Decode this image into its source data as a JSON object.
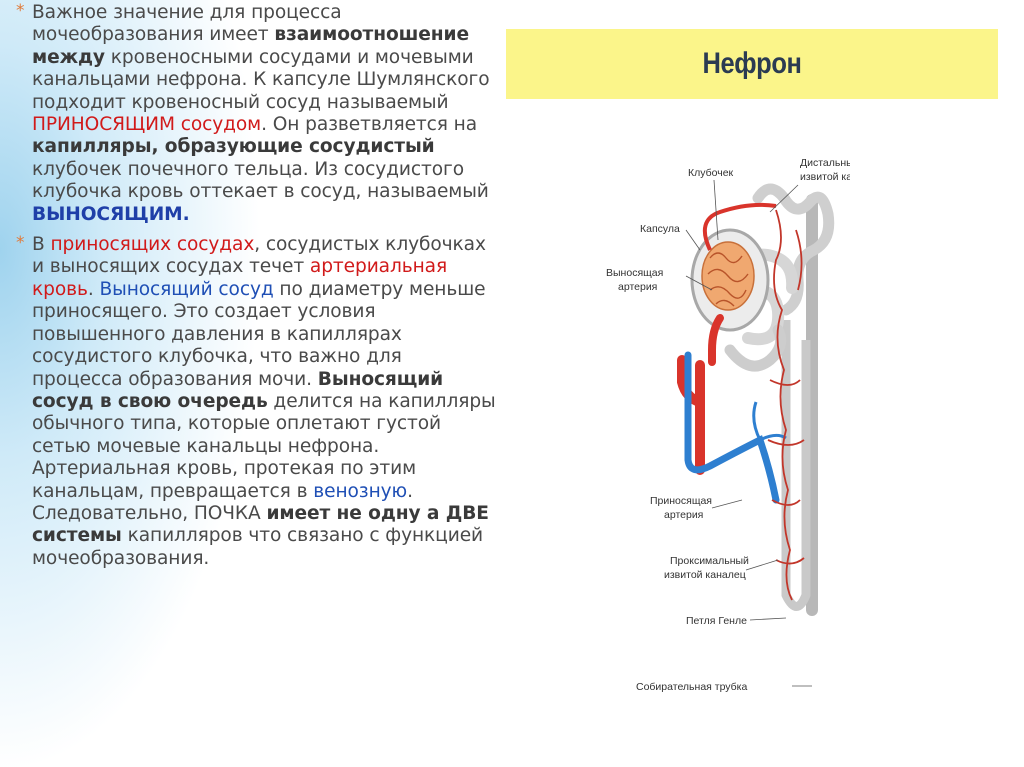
{
  "paragraph1": {
    "t1": "Важное значение для процесса мочеобразования имеет ",
    "t2": "взаимоотношение между",
    "t3": " кровеносными сосудами и мочевыми канальцами нефрона. К капсуле Шумлянского подходит кровеносный сосуд называемый ",
    "t4": "ПРИНОСЯЩИМ сосудом",
    "t5": ". Он разветвляется на ",
    "t6": "капилляры, образующие сосудистый",
    "t7": " клубочек почечного тельца. Из сосудистого клубочка кровь оттекает в сосуд, называемый ",
    "t8": "ВЫНОСЯЩИМ."
  },
  "paragraph2": {
    "t1": "В ",
    "t2": "приносящих сосудах",
    "t3": ", сосудистых клубочках и выносящих сосудах течет ",
    "t4": "артериальная кровь",
    "t5": ". ",
    "t6": "Выносящий сосуд",
    "t7": " по диаметру меньше приносящего. Это создает условия повышенного давления в капиллярах сосудистого клубочка, что важно для процесса образования мочи. ",
    "t8": "Выносящий сосуд в свою очередь",
    "t9": " делится на капилляры обычного типа, которые оплетают густой сетью мочевые канальцы нефрона. Артериальная кровь, протекая по этим канальцам, превращается в ",
    "t10": "венозную",
    "t11": ". Следовательно, ПОЧКА ",
    "t12": "имеет не одну а ДВЕ системы",
    "t13": " капилляров что связано с функцией мочеобразования."
  },
  "bullet_symbol": "*",
  "diagram": {
    "title": "Нефрон",
    "labels": {
      "glomerulus": "Клубочек",
      "distal_1": "Дистальный",
      "distal_2": "извитой каналец",
      "capsule": "Капсула",
      "efferent_1": "Выносящая",
      "efferent_2": "артерия",
      "afferent_1": "Приносящая",
      "afferent_2": "артерия",
      "proximal_1": "Проксимальный",
      "proximal_2": "извитой каналец",
      "loop": "Петля Генле",
      "collecting": "Собирательная трубка"
    }
  },
  "colors": {
    "title_band": "#fbf58a",
    "artery": "#d9342b",
    "vein": "#2e7fd0",
    "tubule": "#c9c9c9",
    "glomerulus": "#f0a870"
  }
}
